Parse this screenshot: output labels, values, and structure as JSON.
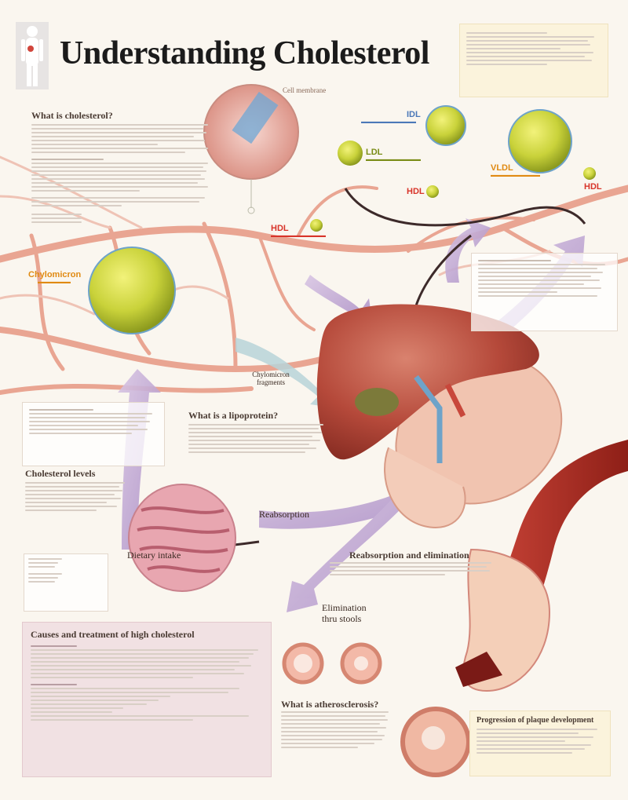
{
  "title": "Understanding Cholesterol",
  "headings": {
    "what_is_cholesterol": "What is cholesterol?",
    "what_is_lipoprotein": "What is a lipoprotein?",
    "cholesterol_levels": "Cholesterol levels",
    "reabsorption_elimination": "Reabsorption and elimination",
    "causes_treatment": "Causes and treatment of high cholesterol",
    "what_is_atherosclerosis": "What is atherosclerosis?",
    "progression_plaque": "Progression of plaque development"
  },
  "labels": {
    "cell_membrane": "Cell membrane",
    "idl": "IDL",
    "ldl": "LDL",
    "hdl": "HDL",
    "vldl": "VLDL",
    "chylomicron": "Chylomicron",
    "chylomicron_fragments": "Chylomicron fragments",
    "reabsorption": "Reabsorption",
    "dietary_intake": "Dietary intake",
    "elimination_line1": "Elimination",
    "elimination_line2": "thru stools"
  },
  "colors": {
    "background": "#faf6ef",
    "vessel": "#e9a592",
    "liver": "#b5493a",
    "lipoprotein": "#c9d23a",
    "arrow": "#c8b2d8",
    "hdl_red": "#d8342a",
    "idl_blue": "#4b78b8"
  },
  "icons": [
    "human-silhouette-icon"
  ]
}
